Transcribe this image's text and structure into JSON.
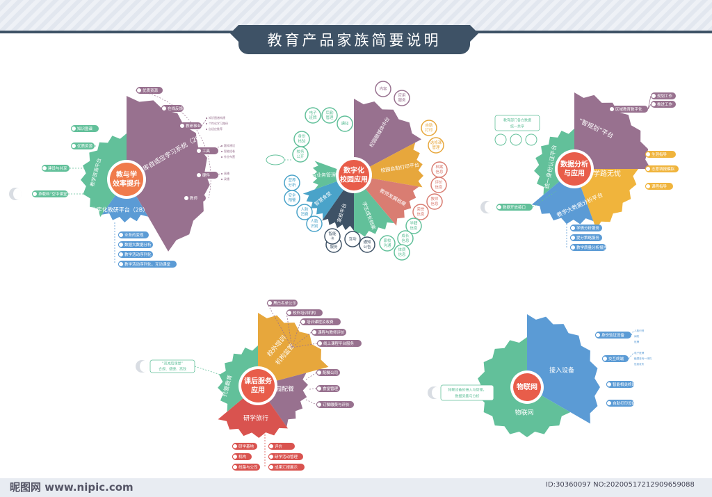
{
  "title": "教育产品家族简要说明",
  "watermark": {
    "site": "昵图网 www.nipic.com",
    "id": "ID:30360097 NO:20200517212909659088"
  },
  "colors": {
    "purple": "#98718f",
    "blue": "#5b9bd5",
    "green": "#62c09a",
    "orange": "#e7a73c",
    "red": "#d9534f",
    "salmon": "#d97d72",
    "teal": "#4fae9f",
    "dark": "#3e5266",
    "yellow": "#f0b43c",
    "mauve": "#a07a8c",
    "cyan": "#4aa3c9"
  },
  "clusters": [
    {
      "id": "teach",
      "center": [
        "教与学",
        "效率提升"
      ],
      "center_color": "#f07b4b",
      "sectors": [
        {
          "label": "知库自适应学习系统（2C）",
          "color": "#98718f"
        },
        {
          "label": "数字化教研平台（2B）",
          "color": "#5b9bd5"
        },
        {
          "label": "教学资源平台",
          "color": "#62c09a"
        }
      ],
      "tags": [
        "优质资源",
        "在线反馈",
        "教研事业",
        "工具",
        "硬件",
        "教师",
        "知识图谱",
        "优质资源",
        "建设与共享",
        "承载档“空中课堂”",
        "业务的变现",
        "数据大数据分析",
        "教学活动序列化",
        "教学活动序列化，互动课堂"
      ],
      "subtags": [
        "知识图谱构建",
        "个性化学习路径",
        "自适应推荐",
        "题库建设",
        "智能组卷",
        "作业布置",
        "直播",
        "录播"
      ]
    },
    {
      "id": "campus",
      "center": [
        "数字化",
        "校园应用"
      ],
      "center_color": "#e85d4a",
      "sectors": [
        {
          "label": "校园融媒体中台",
          "color": "#98718f"
        },
        {
          "label": "校园自助打印平台",
          "color": "#e7a73c"
        },
        {
          "label": "教师发展档案",
          "color": "#d97d72"
        },
        {
          "label": "学生成长档案",
          "color": "#62c09a"
        },
        {
          "label": "家校平台",
          "color": "#3e5266"
        },
        {
          "label": "智慧食堂",
          "color": "#4aa3c9"
        },
        {
          "label": "学校综合业务管理平台",
          "color": "#62c09a"
        }
      ],
      "bubbles": [
        "内容",
        "应用服务",
        "自助打印",
        "选修课管理",
        "档案信息",
        "评价信息",
        "教师信息",
        "荣誉信息",
        "学籍信息",
        "成长信息",
        "体质信息",
        "家校沟通",
        "通知公告",
        "互动",
        "家长服务",
        "智能卡",
        "人脸识别",
        "人脸消费",
        "安全预警",
        "营养分析",
        "校务公开",
        "身份核验",
        "电子班牌",
        "后勤管理",
        "通知"
      ]
    },
    {
      "id": "data",
      "center": [
        "数据分析",
        "与应用"
      ],
      "center_color": "#e85d4a",
      "sectors": [
        {
          "label": "“智规划”平台",
          "color": "#98718f"
        },
        {
          "label": "学路无忧",
          "color": "#f0b43c"
        },
        {
          "label": "教学大数据分析平台",
          "color": "#5b9bd5"
        },
        {
          "label": "统一身份认证平台",
          "color": "#62c09a"
        }
      ],
      "tags": [
        "区域教育数字化",
        "规划工作",
        "推进工作",
        "生涯指导",
        "志愿填报模拟",
        "课程指导",
        "学情分析服务",
        "提分策略服务",
        "教学质量分析报告",
        "教育部门各方数据统一共享",
        "数据开放接口"
      ]
    },
    {
      "id": "after",
      "center": [
        "课后服务",
        "应用"
      ],
      "center_color": "#e85d4a",
      "sectors": [
        {
          "label": "校外培训机构监管",
          "color": "#e7a73c"
        },
        {
          "label": "校园配餐",
          "color": "#98718f"
        },
        {
          "label": "研学旅行",
          "color": "#d9534f"
        },
        {
          "label": "托管教育",
          "color": "#62c09a"
        }
      ],
      "tags": [
        "黑白名单公示",
        "校外培训机构",
        "培训课程及收费",
        "课程与教师评价",
        "线上课程平台服务",
        "配餐公司",
        "食堂管理",
        "订餐缴费与评价",
        "“双减后课堂”合规、便捷、高效",
        "研学基地",
        "机构",
        "线路与公司",
        "评价",
        "研学活动管理",
        "成果汇报展示"
      ]
    },
    {
      "id": "iot",
      "center": [
        "物联网"
      ],
      "center_color": "#e85d4a",
      "sectors": [
        {
          "label": "接入设备",
          "color": "#5b9bd5"
        },
        {
          "label": "物联网",
          "color": "#62c09a"
        }
      ],
      "tags": [
        "身份验证设备",
        "交互终端",
        "智能相关终端",
        "自助打印设备",
        "物联设备的接入与管理，数据采集与分析"
      ],
      "subtags": [
        "人脸识别",
        "闸机",
        "班牌",
        "电子班牌",
        "触摸查询一体机",
        "信息发布"
      ]
    }
  ]
}
